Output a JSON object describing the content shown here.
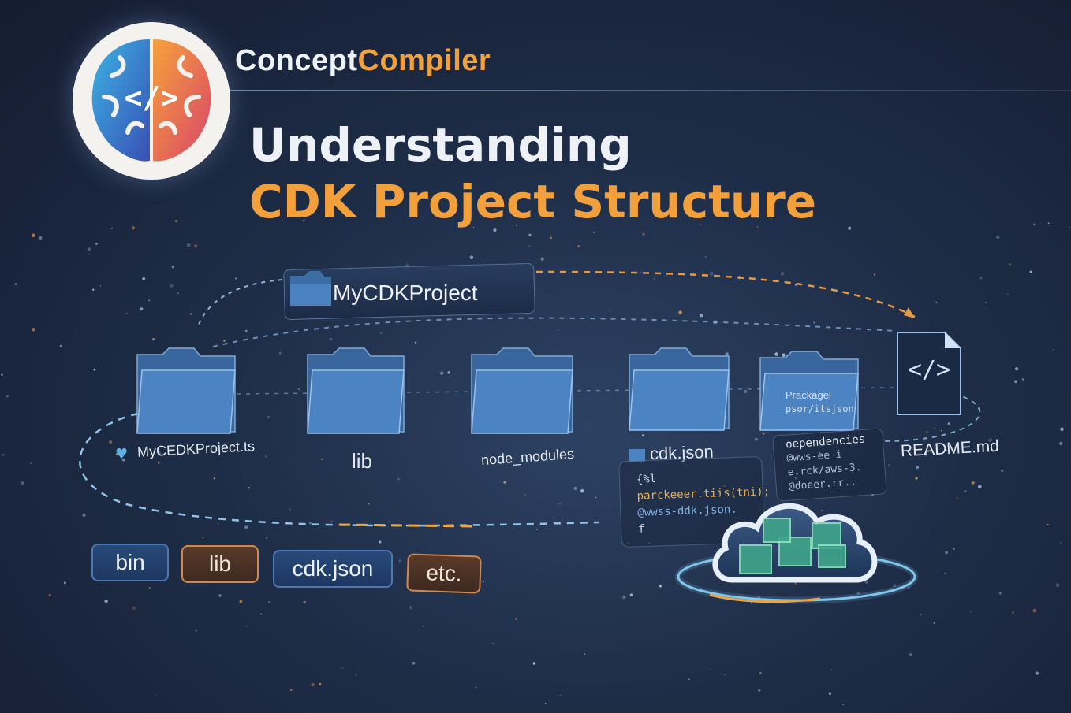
{
  "brand": {
    "part1": "Concept",
    "part2": "Compiler"
  },
  "title": {
    "line1": "Understanding",
    "line2": "CDK Project Structure"
  },
  "root_folder": "MyCDKProject",
  "folders": [
    {
      "label": "MyCEDKProject.ts"
    },
    {
      "label": "lib"
    },
    {
      "label": "node_modules"
    },
    {
      "label": "cdk.json"
    },
    {
      "label": "Prackagel",
      "sublabel": "psor/itsjson"
    }
  ],
  "readme_label": "README.md",
  "cdk_json_snippet": [
    "{%l",
    "parckeeer.tiis(tni);",
    "@wwss-ddk.json.",
    "f"
  ],
  "dependencies_snippet": [
    "oependencies",
    "@wws-ee i",
    "e.rck/aws-3.",
    "@doeer.rr.."
  ],
  "chips": [
    {
      "label": "bin",
      "style": "blue"
    },
    {
      "label": "lib",
      "style": "orange"
    },
    {
      "label": "cdk.json",
      "style": "blue"
    },
    {
      "label": "etc.",
      "style": "orange"
    }
  ],
  "colors": {
    "accent": "#f2a03c",
    "folder": "#3f6fa8",
    "background": "#1e2d47",
    "cube": "#3fa58a"
  },
  "logo_glyph": "</>",
  "readme_glyph": "</>"
}
